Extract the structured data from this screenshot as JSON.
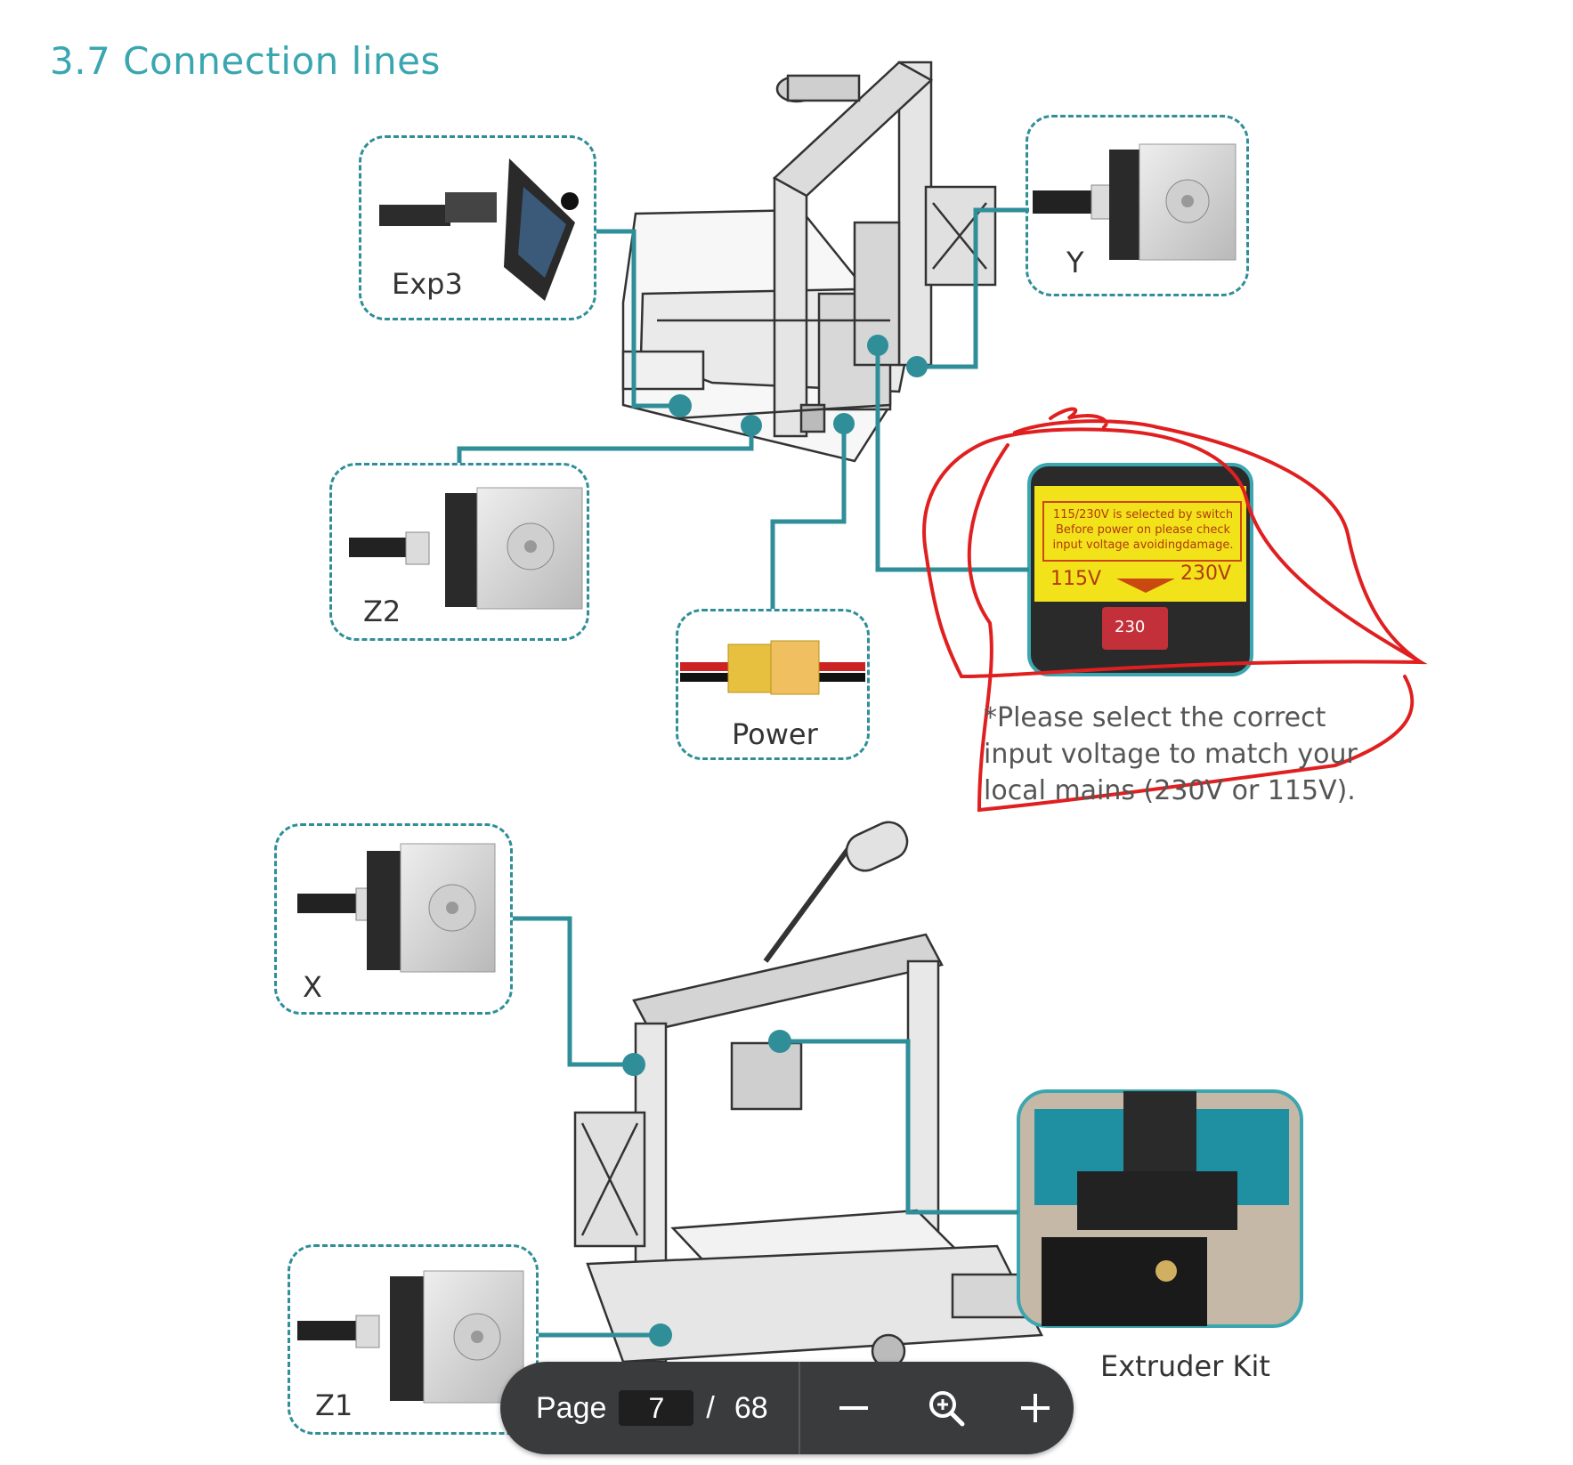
{
  "section": {
    "number": "3.7",
    "title": "Connection lines"
  },
  "labels": {
    "exp3": "Exp3",
    "y": "Y",
    "z2": "Z2",
    "power": "Power",
    "x": "X",
    "z1": "Z1",
    "extruder_kit": "Extruder Kit"
  },
  "sticker": {
    "line1": "115/230V is selected by switch",
    "line2": "Before power on please check",
    "line3": "input voltage avoidingdamage.",
    "left_value": "115V",
    "right_value": "230V",
    "switch_value": "230"
  },
  "note": {
    "line1": "*Please select the correct",
    "line2": "input voltage to match your",
    "line3": "local mains (230V or 115V)."
  },
  "pager": {
    "page_label": "Page",
    "current_page": "7",
    "separator": "/",
    "total_pages": "68"
  },
  "icons": {
    "zoom_out": "minus-icon",
    "zoom_reset": "magnifier-icon",
    "zoom_in": "plus-icon"
  },
  "colors": {
    "accent": "#3aa6b0",
    "line": "#2f8e98",
    "annotation": "#e02020",
    "sticker": "#f2e21a",
    "pager_bg": "#3a3b3d"
  }
}
